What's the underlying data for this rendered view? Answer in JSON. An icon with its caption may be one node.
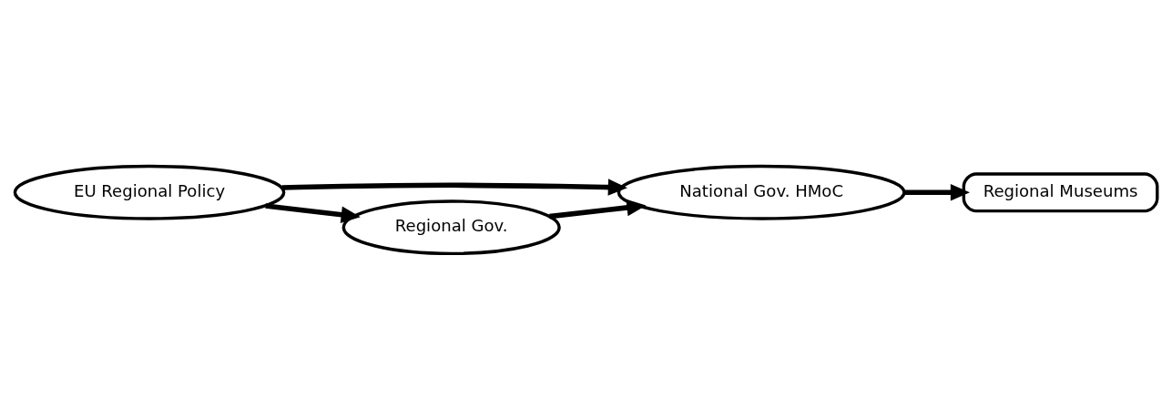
{
  "diagram": {
    "nodes": [
      {
        "text": [
          "EU Regional Policy"
        ]
      },
      {
        "text": [
          "National Gov. HMoC"
        ]
      },
      {
        "text": [
          "Regional Gov."
        ]
      },
      {
        "text": [
          "Regional Museums"
        ]
      }
    ],
    "edges": [
      {
        "from": 0,
        "to": 1,
        "arrow": "to"
      },
      {
        "from": 0,
        "to": 2,
        "arrow": "to"
      },
      {
        "from": 2,
        "to": 1,
        "arrow": "to"
      },
      {
        "from": 1,
        "to": 3,
        "arrow": "to"
      }
    ]
  }
}
